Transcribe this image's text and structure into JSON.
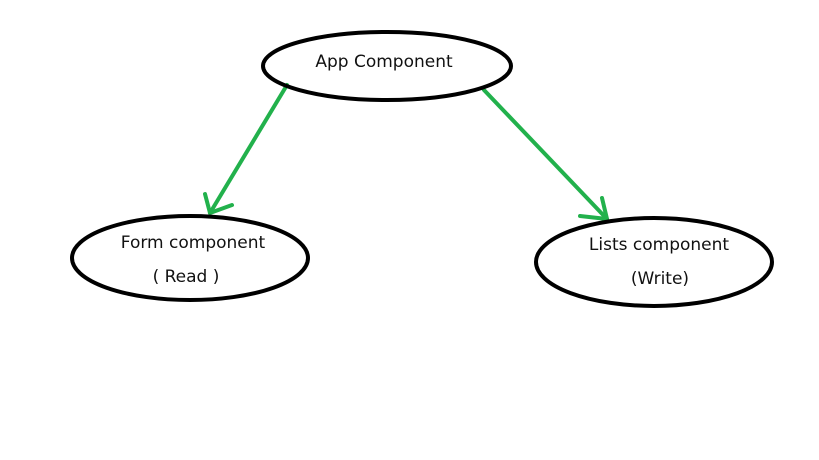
{
  "diagram": {
    "nodes": [
      {
        "id": "app",
        "lines": [
          "App Component"
        ]
      },
      {
        "id": "form",
        "lines": [
          "Form component",
          "( Read )"
        ]
      },
      {
        "id": "lists",
        "lines": [
          "Lists component",
          "(Write)"
        ]
      }
    ],
    "edges": [
      {
        "from": "app",
        "to": "form"
      },
      {
        "from": "app",
        "to": "lists"
      }
    ],
    "colors": {
      "node_stroke": "#000000",
      "edge": "#22b14c",
      "text": "#111111"
    }
  }
}
